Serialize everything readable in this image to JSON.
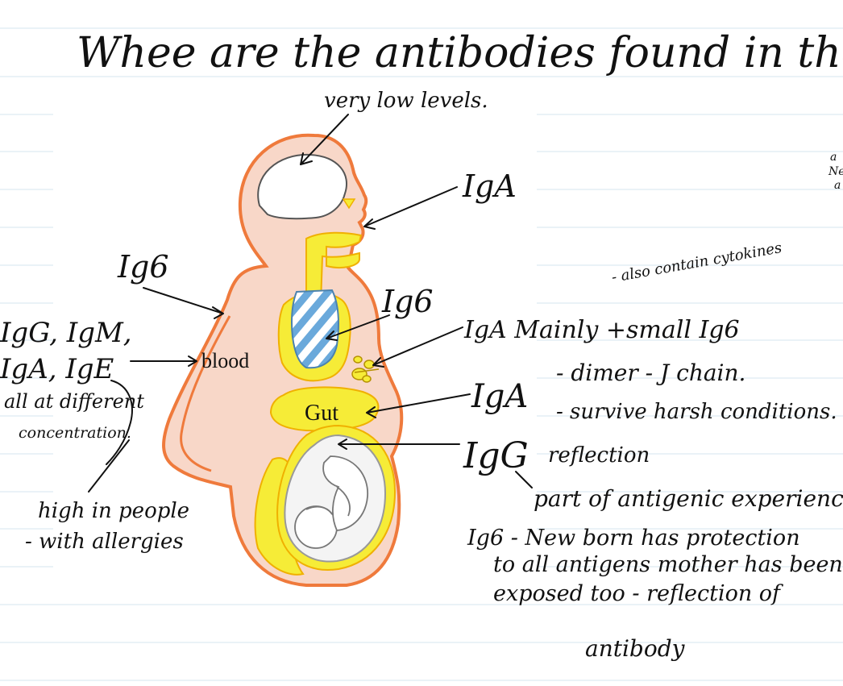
{
  "title": "Whee are the antibodies found in the body.",
  "diagram_labels": {
    "blood": "blood",
    "gut": "Gut"
  },
  "notes": {
    "brain": "very low levels.",
    "mouth": "IgA",
    "skin": "Ig6",
    "lungs": "Ig6",
    "cytokines": "- also contain cytokines",
    "breast_milk": "IgA Mainly +small Ig6",
    "blood_list_line1": "IgG, IgM,",
    "blood_list_line2": "IgA, IgE",
    "blood_conc_line1": "all at different",
    "blood_conc_line2": "concentration.",
    "allergy_line1": "high in people",
    "allergy_line2": "- with allergies",
    "gut_iga": "IgA",
    "dimer": "- dimer - J chain.",
    "harsh": "- survive harsh conditions.",
    "fetus_igg": "IgG",
    "reflection": "reflection",
    "antigenic": "part of antigenic experience",
    "newborn_line1": "Ig6 - New born has protection",
    "newborn_line2": "to all antigens mother has been",
    "newborn_line3": "exposed too - reflection of",
    "antibody": "antibody",
    "margin_line1": "a",
    "margin_line2": "Ne",
    "margin_line3": "a"
  },
  "colors": {
    "body_fill": "#f8d7c8",
    "body_outline": "#ef7a3c",
    "organ_yellow": "#f6ec37",
    "organ_outline": "#f0b000",
    "lung_blue": "#6aa9db",
    "rule_line": "#d4e5ef"
  }
}
